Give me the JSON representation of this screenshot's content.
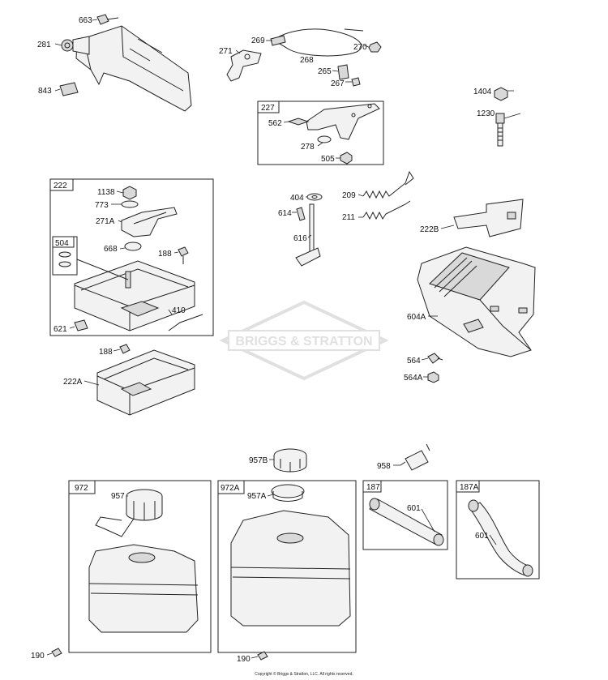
{
  "watermark": {
    "brand_text": "BRIGGS & STRATTON"
  },
  "copyright": "Copyright © Briggs & Stratton, LLC. All rights reserved.",
  "box_labels": {
    "b227": "227",
    "b222": "222",
    "b504": "504",
    "b972": "972",
    "b972A": "972A",
    "b187": "187",
    "b187A": "187A"
  },
  "part_labels": {
    "p663": "663",
    "p281": "281",
    "p843": "843",
    "p269": "269",
    "p271": "271",
    "p268": "268",
    "p270": "270",
    "p265": "265",
    "p267": "267",
    "p1404": "1404",
    "p1230": "1230",
    "p562": "562",
    "p278": "278",
    "p505": "505",
    "p1138": "1138",
    "p773": "773",
    "p271A": "271A",
    "p668": "668",
    "p188a": "188",
    "p410": "410",
    "p621": "621",
    "p404": "404",
    "p614": "614",
    "p616": "616",
    "p209": "209",
    "p211": "211",
    "p222B": "222B",
    "p604A": "604A",
    "p564": "564",
    "p564A": "564A",
    "p188b": "188",
    "p222A": "222A",
    "p957B": "957B",
    "p958": "958",
    "p957": "957",
    "p957A": "957A",
    "p601a": "601",
    "p601b": "601",
    "p190a": "190",
    "p190b": "190"
  },
  "colors": {
    "line": "#222222",
    "fill_light": "#f2f2f2",
    "fill_mid": "#d9d9d9",
    "watermark": "#c8c8c8"
  }
}
